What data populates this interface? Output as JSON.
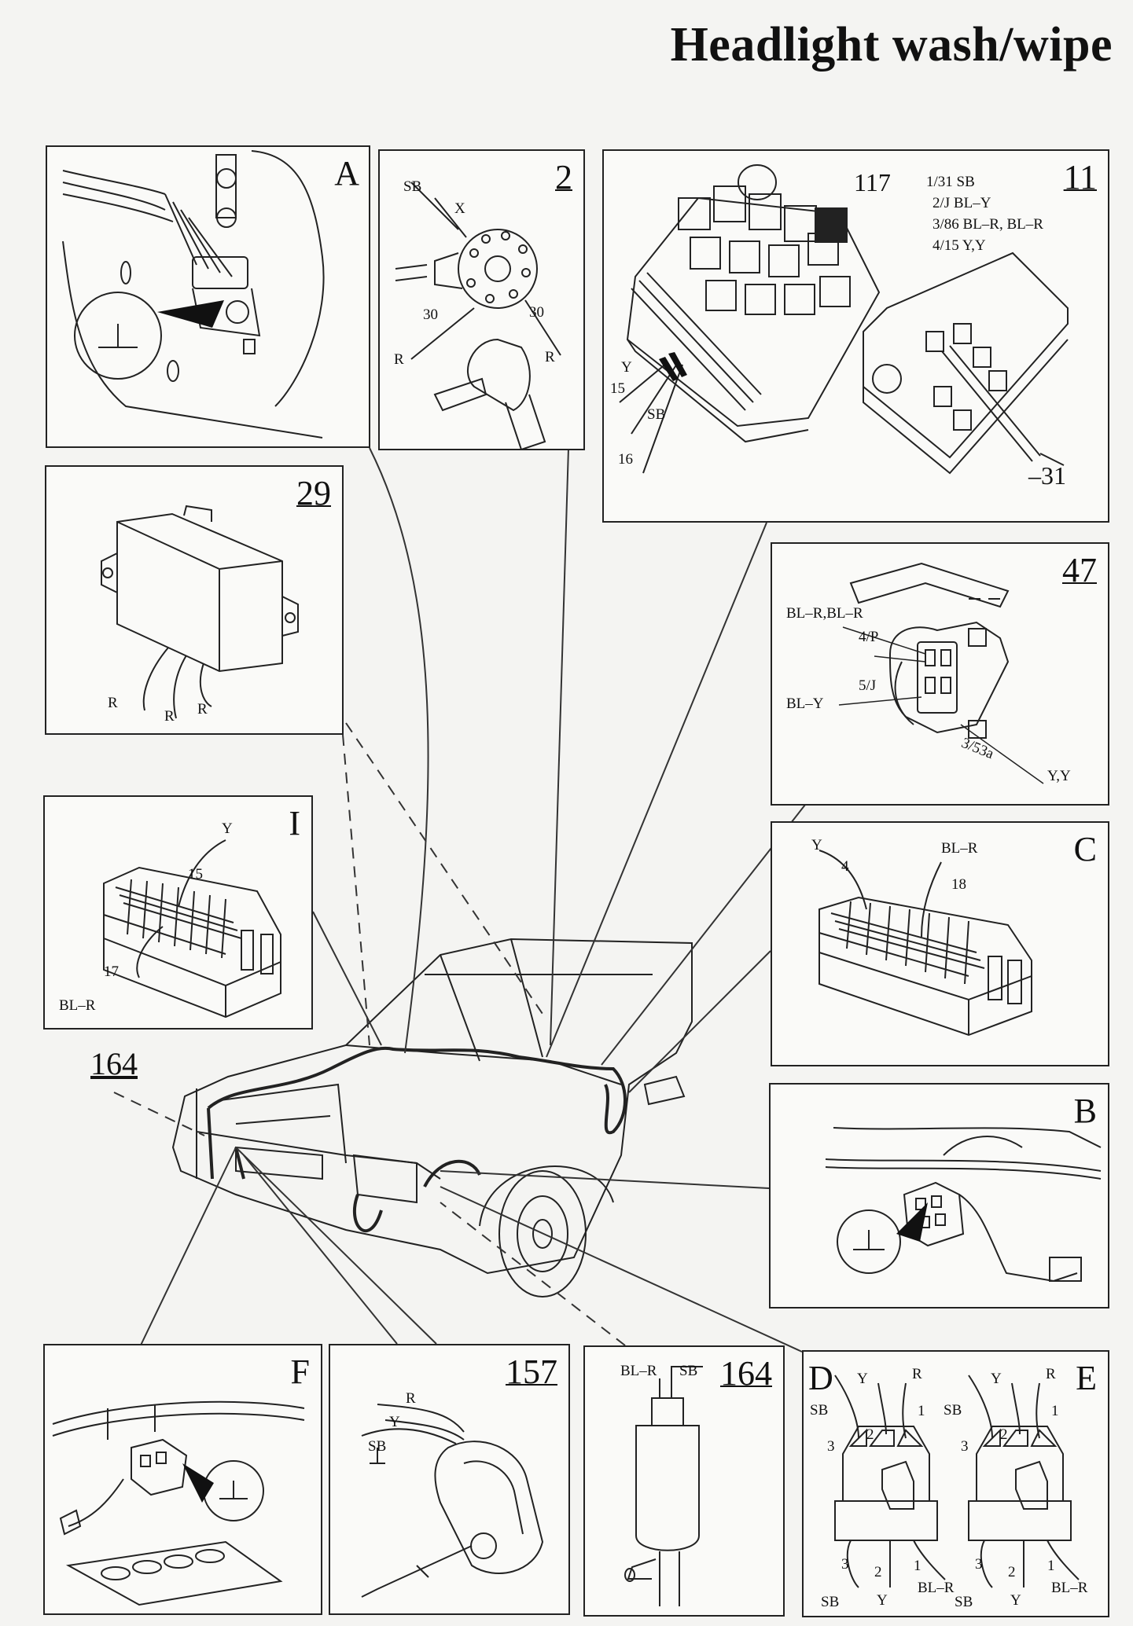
{
  "title": "Headlight wash/wipe",
  "panels": {
    "A": {
      "id": "A"
    },
    "p2": {
      "id": "2",
      "labels": {
        "sb": "SB",
        "x": "X",
        "n30a": "30",
        "n30b": "30",
        "ra": "R",
        "rb": "R"
      }
    },
    "p11": {
      "id": "11",
      "relay": "117",
      "fuse_list": [
        "1/31 SB",
        "2/J BL–Y",
        "3/86 BL–R, BL–R",
        "4/15 Y,Y"
      ],
      "labels": {
        "y": "Y",
        "n15": "15",
        "sb": "SB",
        "n16": "16",
        "n31": "–31"
      }
    },
    "p29": {
      "id": "29",
      "labels": {
        "r1": "R",
        "r2": "R",
        "r3": "R"
      }
    },
    "p47": {
      "id": "47",
      "labels": {
        "blr": "BL–R,BL–R",
        "p4": "4/P",
        "j5": "5/J",
        "bly": "BL–Y",
        "a53": "3/53a",
        "yy": "Y,Y"
      }
    },
    "I": {
      "id": "I",
      "labels": {
        "y": "Y",
        "n15": "15",
        "n17": "17",
        "blr": "BL–R"
      }
    },
    "C": {
      "id": "C",
      "labels": {
        "y": "Y",
        "n4": "4",
        "blr": "BL–R",
        "n18": "18"
      }
    },
    "B": {
      "id": "B"
    },
    "F": {
      "id": "F"
    },
    "p157": {
      "id": "157",
      "labels": {
        "r": "R",
        "y": "Y",
        "sb": "SB"
      }
    },
    "p164": {
      "id": "164",
      "labels": {
        "blr": "BL–R",
        "sb": "SB"
      }
    },
    "D": {
      "id": "D",
      "labels": {
        "sb": "SB",
        "y": "Y",
        "r": "R",
        "n1": "1",
        "n2": "2",
        "n3": "3",
        "b3": "3",
        "b2": "2",
        "b1": "1",
        "bsb": "SB",
        "by": "Y",
        "bblr": "BL–R"
      }
    },
    "E": {
      "id": "E",
      "labels": {
        "sb": "SB",
        "y": "Y",
        "r": "R",
        "n1": "1",
        "n2": "2",
        "n3": "3",
        "b3": "3",
        "b2": "2",
        "b1": "1",
        "bsb": "SB",
        "by": "Y",
        "bblr": "BL–R"
      }
    }
  },
  "component_164_label": "164"
}
